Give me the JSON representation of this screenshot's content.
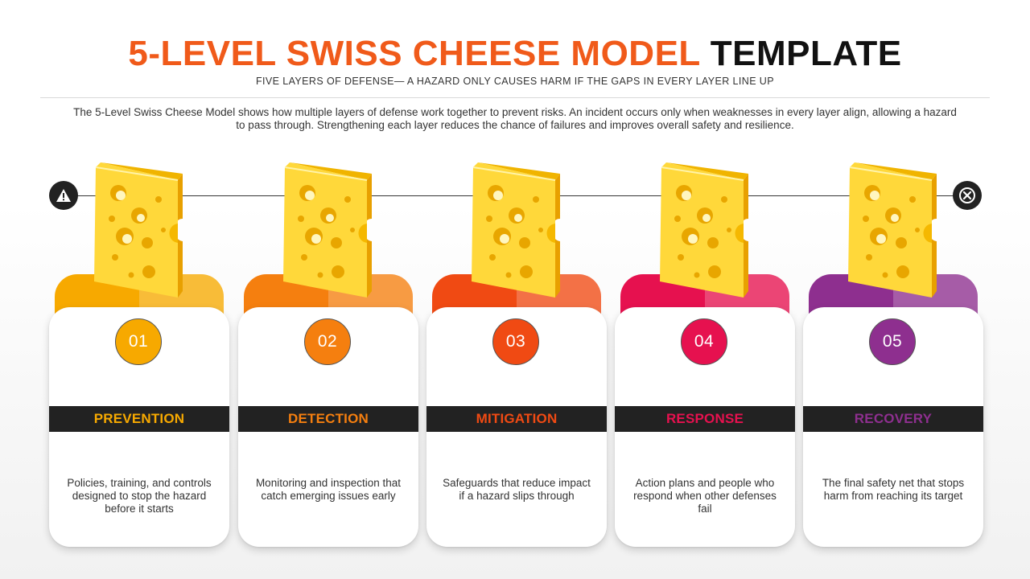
{
  "header": {
    "title_accent": "5-LEVEL SWISS CHEESE MODEL",
    "title_rest": "TEMPLATE",
    "subtitle": "FIVE LAYERS OF DEFENSE— A HAZARD ONLY CAUSES HARM IF THE GAPS IN EVERY LAYER LINE UP",
    "description": "The 5-Level Swiss Cheese Model shows how multiple layers of defense work together to prevent risks. An incident occurs only when weaknesses in every layer align, allowing a hazard to pass through. Strengthening each layer reduces the chance of failures and improves overall safety and resilience."
  },
  "path": {
    "start_icon": "warning-icon",
    "end_icon": "blocked-x-icon"
  },
  "cheese_icon": "swiss-cheese-slice",
  "layers": [
    {
      "number": "01",
      "title": "PREVENTION",
      "color": "#f7a900",
      "description": "Policies, training, and controls designed to stop the hazard before it starts"
    },
    {
      "number": "02",
      "title": "DETECTION",
      "color": "#f57f0f",
      "description": "Monitoring and inspection that catch emerging issues early"
    },
    {
      "number": "03",
      "title": "MITIGATION",
      "color": "#f04a13",
      "description": "Safeguards that reduce impact if a hazard slips through"
    },
    {
      "number": "04",
      "title": "RESPONSE",
      "color": "#e6114f",
      "description": "Action plans and people who respond when other defenses fail"
    },
    {
      "number": "05",
      "title": "RECOVERY",
      "color": "#8e2f8f",
      "description": "The final safety net that stops harm from reaching its target"
    }
  ]
}
